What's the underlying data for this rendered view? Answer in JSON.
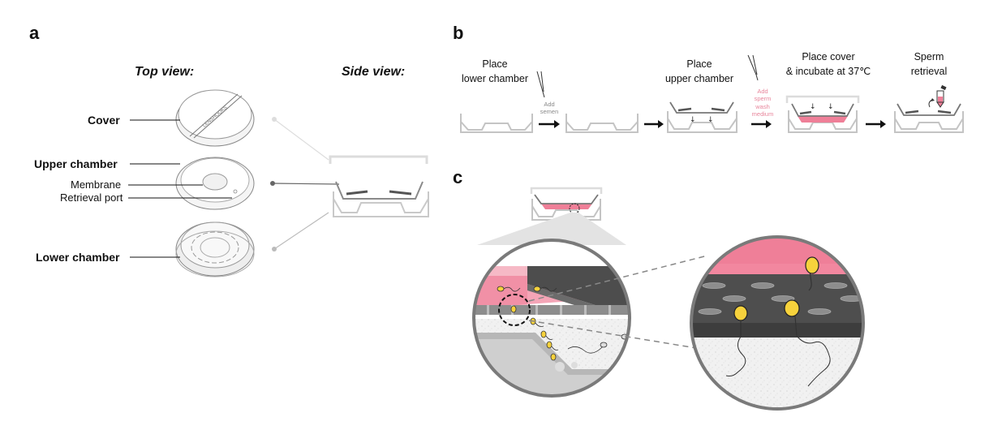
{
  "panels": {
    "a": {
      "letter": "a",
      "top_view_title": "Top view:",
      "side_view_title": "Side view:",
      "labels": {
        "cover": "Cover",
        "upper_chamber": "Upper chamber",
        "membrane": "Membrane",
        "retrieval_port": "Retrieval port",
        "lower_chamber": "Lower chamber"
      },
      "cover_imprint": "LENSHOOKS"
    },
    "b": {
      "letter": "b",
      "steps": [
        {
          "line1": "Place",
          "line2": "lower chamber"
        },
        {
          "line1": "Place",
          "line2": "upper chamber"
        },
        {
          "line1": "Place cover",
          "line2": "& incubate at 37℃"
        },
        {
          "line1": "Sperm",
          "line2": "retrieval"
        }
      ],
      "add_semen": {
        "line1": "Add",
        "line2": "semen"
      },
      "add_medium": {
        "line1": "Add",
        "line2": "sperm",
        "line3": "wash",
        "line4": "medium"
      }
    },
    "c": {
      "letter": "c"
    }
  },
  "colors": {
    "pink": "#ef7f98",
    "pink_light": "#f6b9c6",
    "dark_gray": "#555555",
    "mid_gray": "#9a9a9a",
    "light_gray": "#d0d0d0",
    "sperm_yellow": "#f7d23c",
    "medium_text": "#e8869c"
  }
}
